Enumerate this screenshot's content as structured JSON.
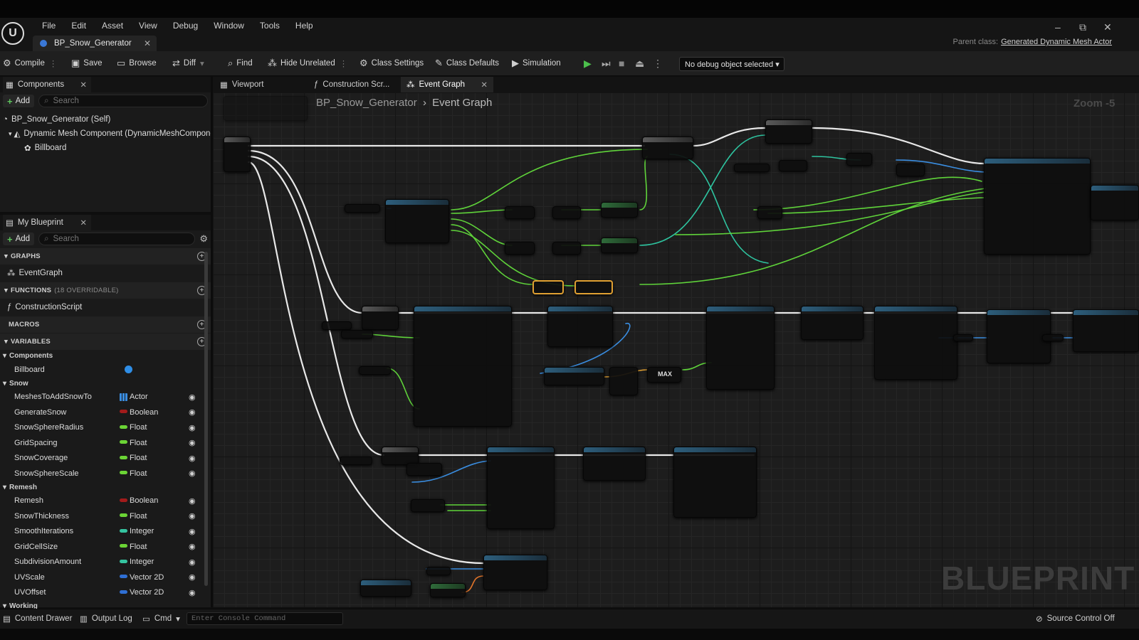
{
  "app": {
    "menu": [
      "File",
      "Edit",
      "Asset",
      "View",
      "Debug",
      "Window",
      "Tools",
      "Help"
    ],
    "document_tab": "BP_Snow_Generator",
    "parent_class_label": "Parent class:",
    "parent_class_value": "Generated Dynamic Mesh Actor",
    "window_controls": [
      "–",
      "⧉",
      "✕"
    ]
  },
  "toolbar": {
    "compile": "Compile",
    "save": "Save",
    "browse": "Browse",
    "diff": "Diff",
    "find": "Find",
    "hide_unrelated": "Hide Unrelated",
    "class_settings": "Class Settings",
    "class_defaults": "Class Defaults",
    "simulation": "Simulation",
    "debug_object": "No debug object selected"
  },
  "components_panel": {
    "tab": "Components",
    "add": "Add",
    "search_placeholder": "Search",
    "tree": [
      "BP_Snow_Generator (Self)",
      "Dynamic Mesh Component (DynamicMeshComponent)",
      "Billboard"
    ]
  },
  "my_blueprint": {
    "tab": "My Blueprint",
    "add": "Add",
    "search_placeholder": "Search",
    "graphs_label": "GRAPHS",
    "graphs": [
      "EventGraph"
    ],
    "functions_label": "FUNCTIONS",
    "functions_note": "(18 OVERRIDABLE)",
    "functions": [
      "ConstructionScript"
    ],
    "macros_label": "MACROS",
    "variables_label": "VARIABLES",
    "categories": [
      {
        "name": "Components",
        "vars": [
          {
            "name": "Billboard",
            "type": "",
            "color": "#2f8ee6"
          }
        ]
      },
      {
        "name": "Snow",
        "vars": [
          {
            "name": "MeshesToAddSnowTo",
            "type": "Actor",
            "color": "#3a8de0"
          },
          {
            "name": "GenerateSnow",
            "type": "Boolean",
            "color": "#a31b1b"
          },
          {
            "name": "SnowSphereRadius",
            "type": "Float",
            "color": "#6bd435"
          },
          {
            "name": "GridSpacing",
            "type": "Float",
            "color": "#6bd435"
          },
          {
            "name": "SnowCoverage",
            "type": "Float",
            "color": "#6bd435"
          },
          {
            "name": "SnowSphereScale",
            "type": "Float",
            "color": "#6bd435"
          }
        ]
      },
      {
        "name": "Remesh",
        "vars": [
          {
            "name": "Remesh",
            "type": "Boolean",
            "color": "#a31b1b"
          },
          {
            "name": "SnowThickness",
            "type": "Float",
            "color": "#6bd435"
          },
          {
            "name": "SmoothIterations",
            "type": "Integer",
            "color": "#35c4a0"
          },
          {
            "name": "GridCellSize",
            "type": "Float",
            "color": "#6bd435"
          },
          {
            "name": "SubdivisionAmount",
            "type": "Integer",
            "color": "#35c4a0"
          },
          {
            "name": "UVScale",
            "type": "Vector 2D",
            "color": "#2f6fd4"
          },
          {
            "name": "UVOffset",
            "type": "Vector 2D",
            "color": "#2f6fd4"
          }
        ]
      },
      {
        "name": "Working",
        "vars": []
      }
    ]
  },
  "graph": {
    "tabs": [
      "Viewport",
      "Construction Scr...",
      "Event Graph"
    ],
    "active_tab": "Event Graph",
    "breadcrumb_root": "BP_Snow_Generator",
    "breadcrumb_sep": "›",
    "breadcrumb_leaf": "Event Graph",
    "zoom": "Zoom -5",
    "watermark": "BLUEPRINT",
    "max_label": "MAX"
  },
  "statusbar": {
    "content_drawer": "Content Drawer",
    "output_log": "Output Log",
    "cmd": "Cmd",
    "console_placeholder": "Enter Console Command",
    "source_control": "Source Control Off"
  }
}
